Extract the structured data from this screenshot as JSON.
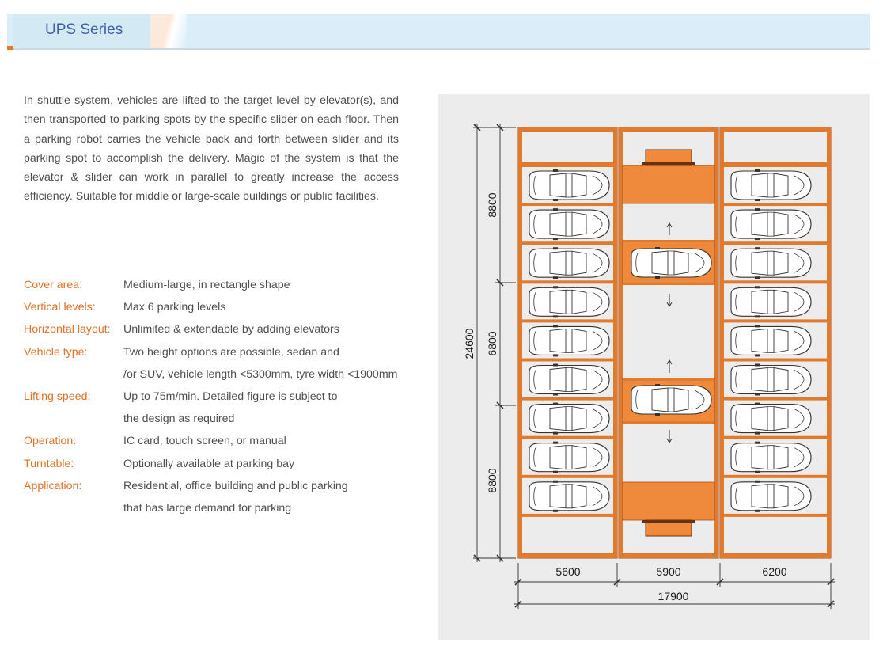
{
  "header": {
    "title": "UPS Series"
  },
  "intro": "In shuttle system, vehicles are lifted to the target level by elevator(s), and then transported to parking spots by the specific slider on each floor. Then a parking robot carries the vehicle back and forth between slider and its parking spot to accomplish the delivery. Magic of the system is that the elevator & slider can work in parallel to greatly increase the access efficiency. Suitable for middle or large-scale buildings or public facilities.",
  "specs": [
    {
      "label": "Cover area:",
      "value": "Medium-large, in rectangle shape"
    },
    {
      "label": "Vertical levels:",
      "value": "Max 6 parking levels"
    },
    {
      "label": "Horizontal layout:",
      "value": "Unlimited & extendable by adding elevators"
    },
    {
      "label": "Vehicle type:",
      "value": "Two height options are possible, sedan and"
    },
    {
      "label": "",
      "value": "/or SUV, vehicle length <5300mm, tyre width <1900mm"
    },
    {
      "label": "Lifting speed:",
      "value": "Up to 75m/min. Detailed figure is subject to"
    },
    {
      "label": "",
      "value": "the design as required"
    },
    {
      "label": "Operation:",
      "value": "IC card, touch screen, or manual"
    },
    {
      "label": "Turntable:",
      "value": "Optionally available at parking bay"
    },
    {
      "label": "Application:",
      "value": "Residential, office building and public parking"
    },
    {
      "label": "",
      "value": "that has large demand for parking"
    }
  ],
  "diagram": {
    "bottom_dims": [
      "5600",
      "5900",
      "6200"
    ],
    "total_width": "17900",
    "left_dims": [
      "8800",
      "6800",
      "8800"
    ],
    "total_height": "24600",
    "parking_rows": 9,
    "colors": {
      "frame": "#e07a2e",
      "frame_dark": "#a54f1a",
      "platform": "#ef8a3c",
      "car_outline": "#333333"
    }
  }
}
